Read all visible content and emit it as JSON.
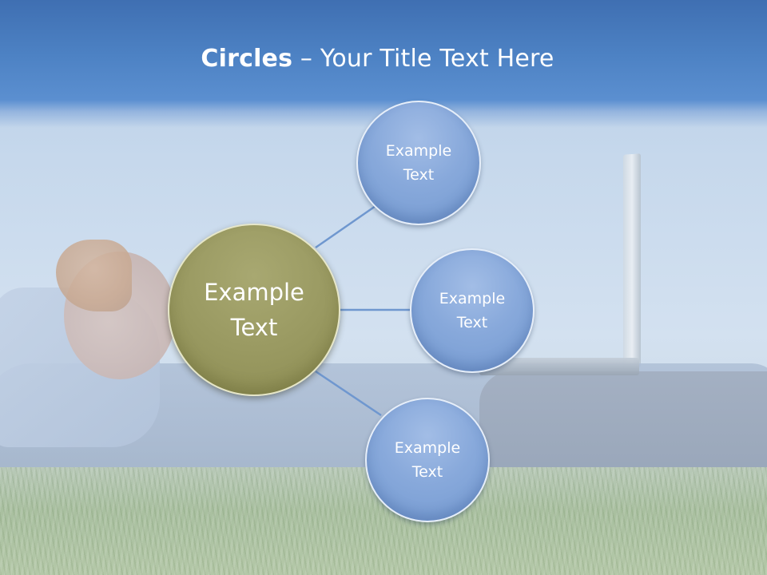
{
  "title": {
    "bold": "Circles",
    "rest": " – Your Title Text Here"
  },
  "diagram": {
    "center": {
      "label": "Example\nText",
      "color": "#9a9a62"
    },
    "nodes": [
      {
        "label": "Example\nText",
        "color": "#88a9db"
      },
      {
        "label": "Example\nText",
        "color": "#88a9db"
      },
      {
        "label": "Example\nText",
        "color": "#88a9db"
      }
    ],
    "connector_color": "#6f97cf"
  }
}
